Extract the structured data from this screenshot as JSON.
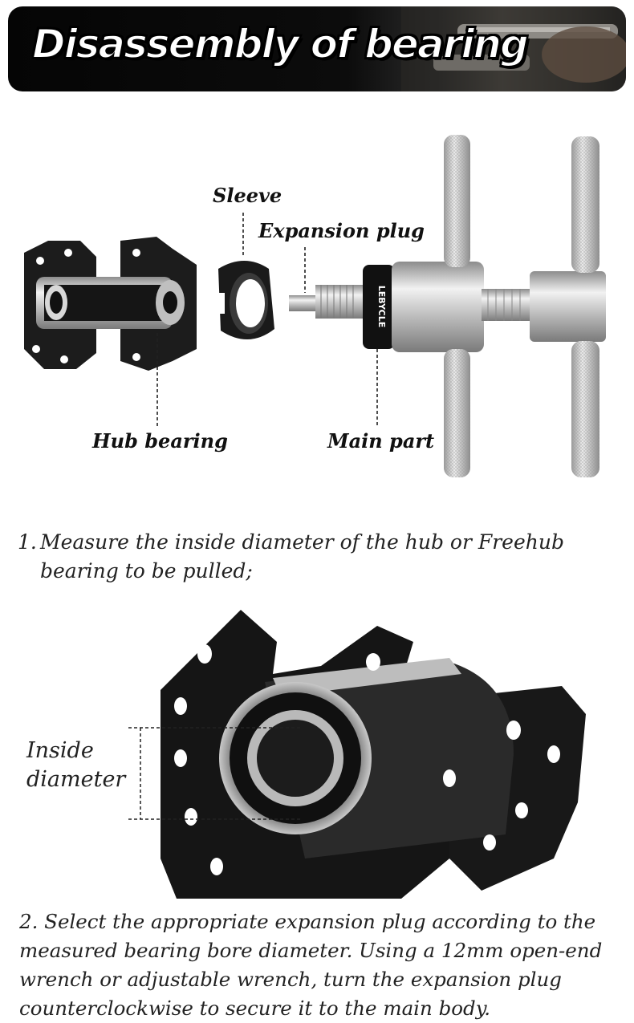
{
  "banner": {
    "title": "Disassembly of bearing"
  },
  "diagram": {
    "labels": {
      "sleeve": "Sleeve",
      "expansion_plug": "Expansion plug",
      "hub_bearing": "Hub bearing",
      "main_part": "Main part"
    },
    "tool_brand": "LEBYCLE"
  },
  "steps": {
    "step1_num": "1.",
    "step1_line1": "Measure the inside diameter of the hub or Freehub",
    "step1_line2": "bearing to be pulled;",
    "step2_text": "2. Select the appropriate expansion plug according to the measured bearing bore diameter. Using a 12mm open-end wrench or adjustable wrench, turn the expansion plug counterclockwise to secure it to the main body."
  },
  "photo": {
    "label_line1": "Inside",
    "label_line2": "diameter"
  }
}
